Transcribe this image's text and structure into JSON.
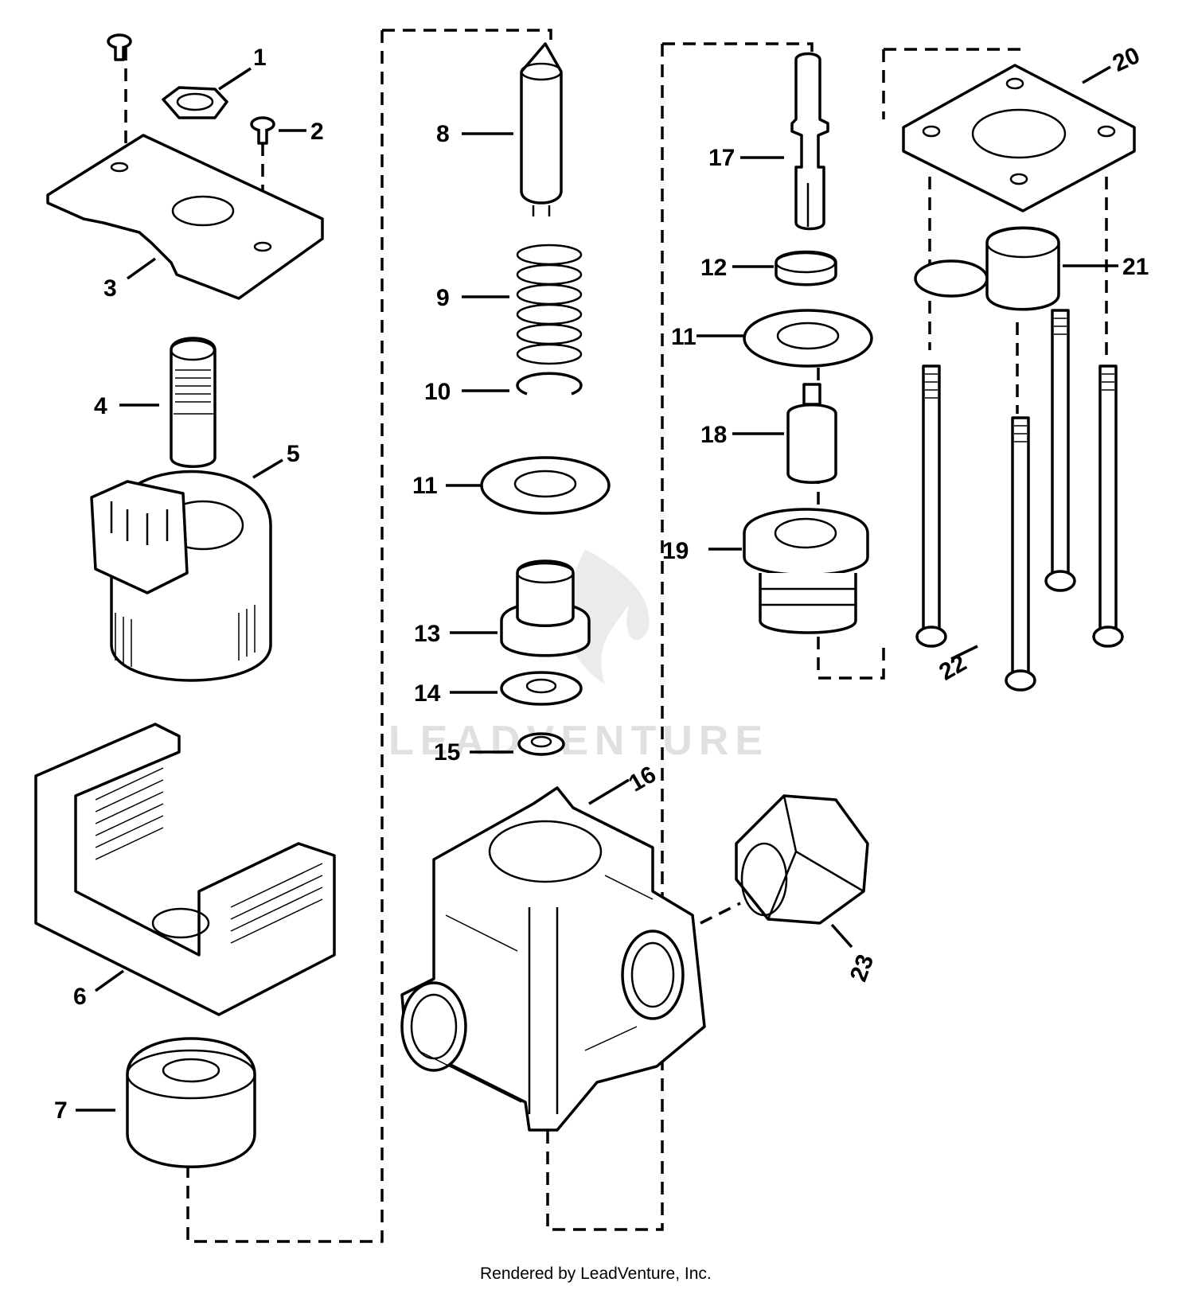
{
  "diagram": {
    "callouts": [
      "1",
      "2",
      "3",
      "4",
      "5",
      "6",
      "7",
      "8",
      "9",
      "10",
      "11",
      "11",
      "12",
      "13",
      "14",
      "15",
      "16",
      "17",
      "18",
      "19",
      "20",
      "21",
      "22",
      "23"
    ],
    "footer": "Rendered by LeadVenture, Inc.",
    "watermark": "LEADVENTURE"
  }
}
